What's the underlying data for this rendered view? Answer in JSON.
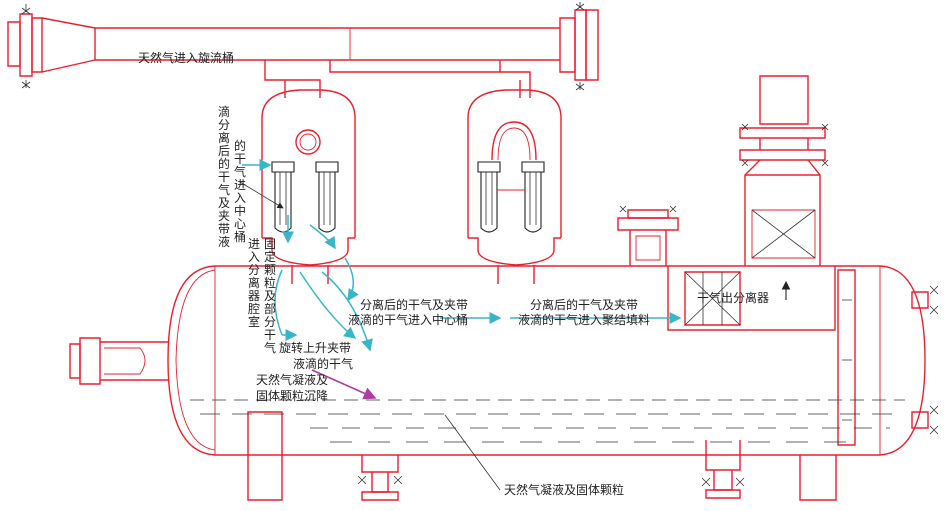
{
  "labels": {
    "inlet": "天然气进入旋流桶",
    "drip_left": "滴分离后的干气及夹带液",
    "drip_right": "的干气进入中心桶",
    "enter_chamber_a": "进入分离器腔室",
    "enter_chamber_b": "固定颗粒及部分干气",
    "rise_1": "旋转上升夹带",
    "rise_2": "液滴的干气",
    "sep_mid_1": "分离后的干气及夹带",
    "sep_mid_2": "液滴的干气进入中心桶",
    "sep_right_1": "分离后的干气及夹带",
    "sep_right_2": "液滴的干气进入聚结填料",
    "outlet": "干气出分离器",
    "settle_1": "天然气凝液及",
    "settle_2": "固体颗粒沉降",
    "bottom": "天然气凝液及固体颗粒"
  },
  "colors": {
    "outline": "#e8202a",
    "flow_gas": "#38b6c8",
    "flow_liquid": "#b03aa0",
    "ink": "#222222"
  }
}
